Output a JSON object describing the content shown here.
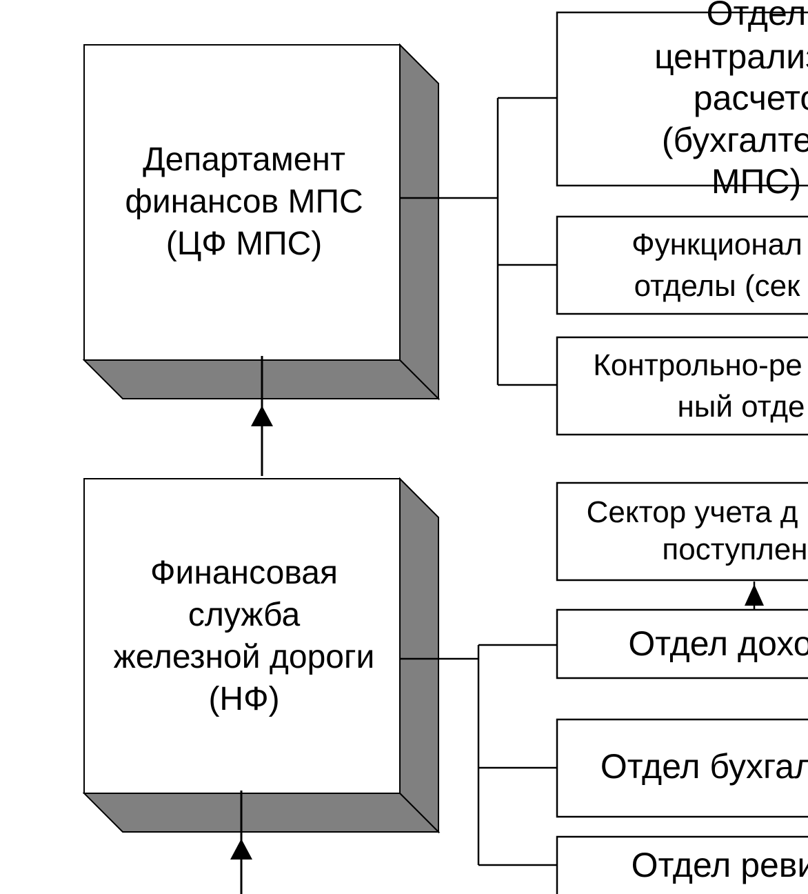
{
  "colors": {
    "line": "#000000",
    "box_fill": "#ffffff",
    "shadow_fill": "#808080"
  },
  "nodes": {
    "cf_mps": {
      "line1": "Департамент",
      "line2": "финансов МПС",
      "line3": "(ЦФ МПС)"
    },
    "nf": {
      "line1": "Финансовая",
      "line2": "служба",
      "line3": "железной дороги",
      "line4": "(НФ)"
    },
    "centralized_accounting": {
      "line1": "Отдел",
      "line2": "централизов",
      "line3": "расчето",
      "line4": "(бухгалтери",
      "line5": "МПС)"
    },
    "functional_departments": {
      "line1": "Функционал",
      "line2": "отделы (сек"
    },
    "control_audit": {
      "line1": "Контрольно-ре",
      "line2": "ный отде"
    },
    "revenue_receipts_sector": {
      "line1": "Сектор учета  д",
      "line2": "поступлен"
    },
    "income_department": {
      "line1": "Отдел дохо"
    },
    "accounting_department": {
      "line1": "Отдел бухгал"
    },
    "audit_department": {
      "line1": "Отдел реви"
    }
  }
}
